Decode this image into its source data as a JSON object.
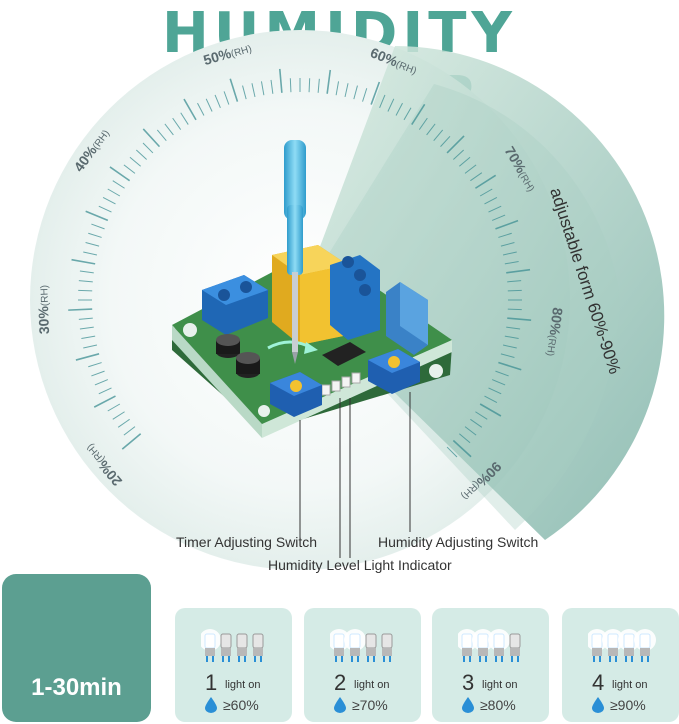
{
  "title": "HUMIDITY  SENSOR",
  "dial": {
    "labels": [
      {
        "value": "20%",
        "unit": "(RH)"
      },
      {
        "value": "30%",
        "unit": "(RH)"
      },
      {
        "value": "40%",
        "unit": "(RH)"
      },
      {
        "value": "50%",
        "unit": "(RH)"
      },
      {
        "value": "60%",
        "unit": "(RH)"
      },
      {
        "value": "70%",
        "unit": "(RH)"
      },
      {
        "value": "80%",
        "unit": "(RH)"
      },
      {
        "value": "90%",
        "unit": "(RH)"
      }
    ],
    "adjustable_text": "adjustable form 60%-90%"
  },
  "callouts": {
    "timer_switch": "Timer Adjusting Switch",
    "humidity_switch": "Humidity Adjusting Switch",
    "level_indicator": "Humidity Level Light Indicator"
  },
  "timer": {
    "label": "1-30min",
    "icon": "clock-icon"
  },
  "cards": [
    {
      "count": "1",
      "light_text": "light on",
      "threshold": "≥60%",
      "lights_on": 1
    },
    {
      "count": "2",
      "light_text": "light on",
      "threshold": "≥70%",
      "lights_on": 2
    },
    {
      "count": "3",
      "light_text": "light on",
      "threshold": "≥80%",
      "lights_on": 3
    },
    {
      "count": "4",
      "light_text": "light on",
      "threshold": "≥90%",
      "lights_on": 4
    }
  ],
  "colors": {
    "accent": "#4fa596",
    "timer_bg": "#5c9f91",
    "card_bg": "#d5ebe6",
    "board": "#3f8f4a",
    "terminal": "#2f7fd0",
    "relay": "#f2c230",
    "screwdriver": "#4ab5e0",
    "drop": "#2a8fd6"
  }
}
